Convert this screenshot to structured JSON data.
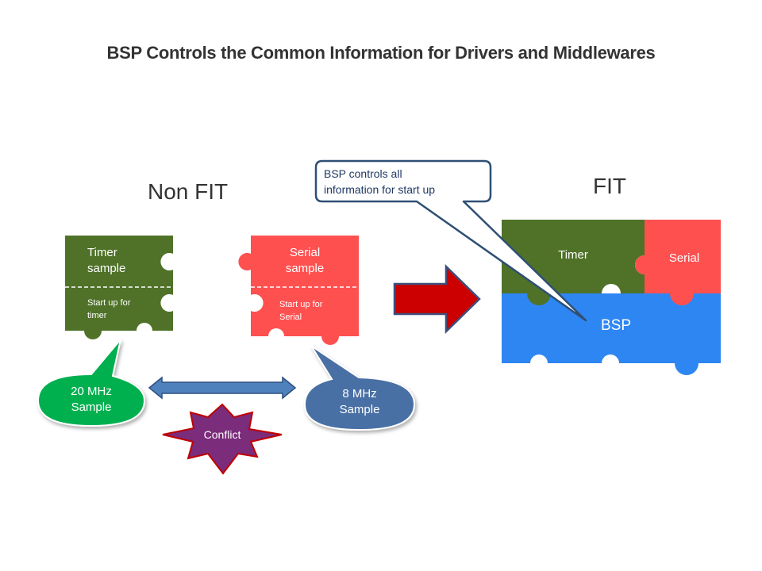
{
  "title": "BSP Controls the Common Information for Drivers and Middlewares",
  "non_fit": {
    "label": "Non FIT",
    "timer_piece": {
      "line1": "Timer",
      "line2": "sample",
      "sub1": "Start up for",
      "sub2": "timer",
      "color": "#4f7228"
    },
    "serial_piece": {
      "line1": "Serial",
      "line2": "sample",
      "sub1": "Start up for",
      "sub2": "Serial",
      "color": "#ff5050"
    },
    "timer_bubble": {
      "line1": "20 MHz",
      "line2": "Sample",
      "color": "#00b050"
    },
    "serial_bubble": {
      "line1": "8 MHz",
      "line2": "Sample",
      "color": "#4a6fa5"
    },
    "conflict_label": "Conflict",
    "conflict_color": "#7b2c7b"
  },
  "fit": {
    "label": "FIT",
    "timer_label": "Timer",
    "serial_label": "Serial",
    "bsp_label": "BSP",
    "bsp_color": "#2e86f2"
  },
  "callout": {
    "line1": "BSP controls all",
    "line2": "information for start up"
  },
  "arrow_color": "#cc0000"
}
